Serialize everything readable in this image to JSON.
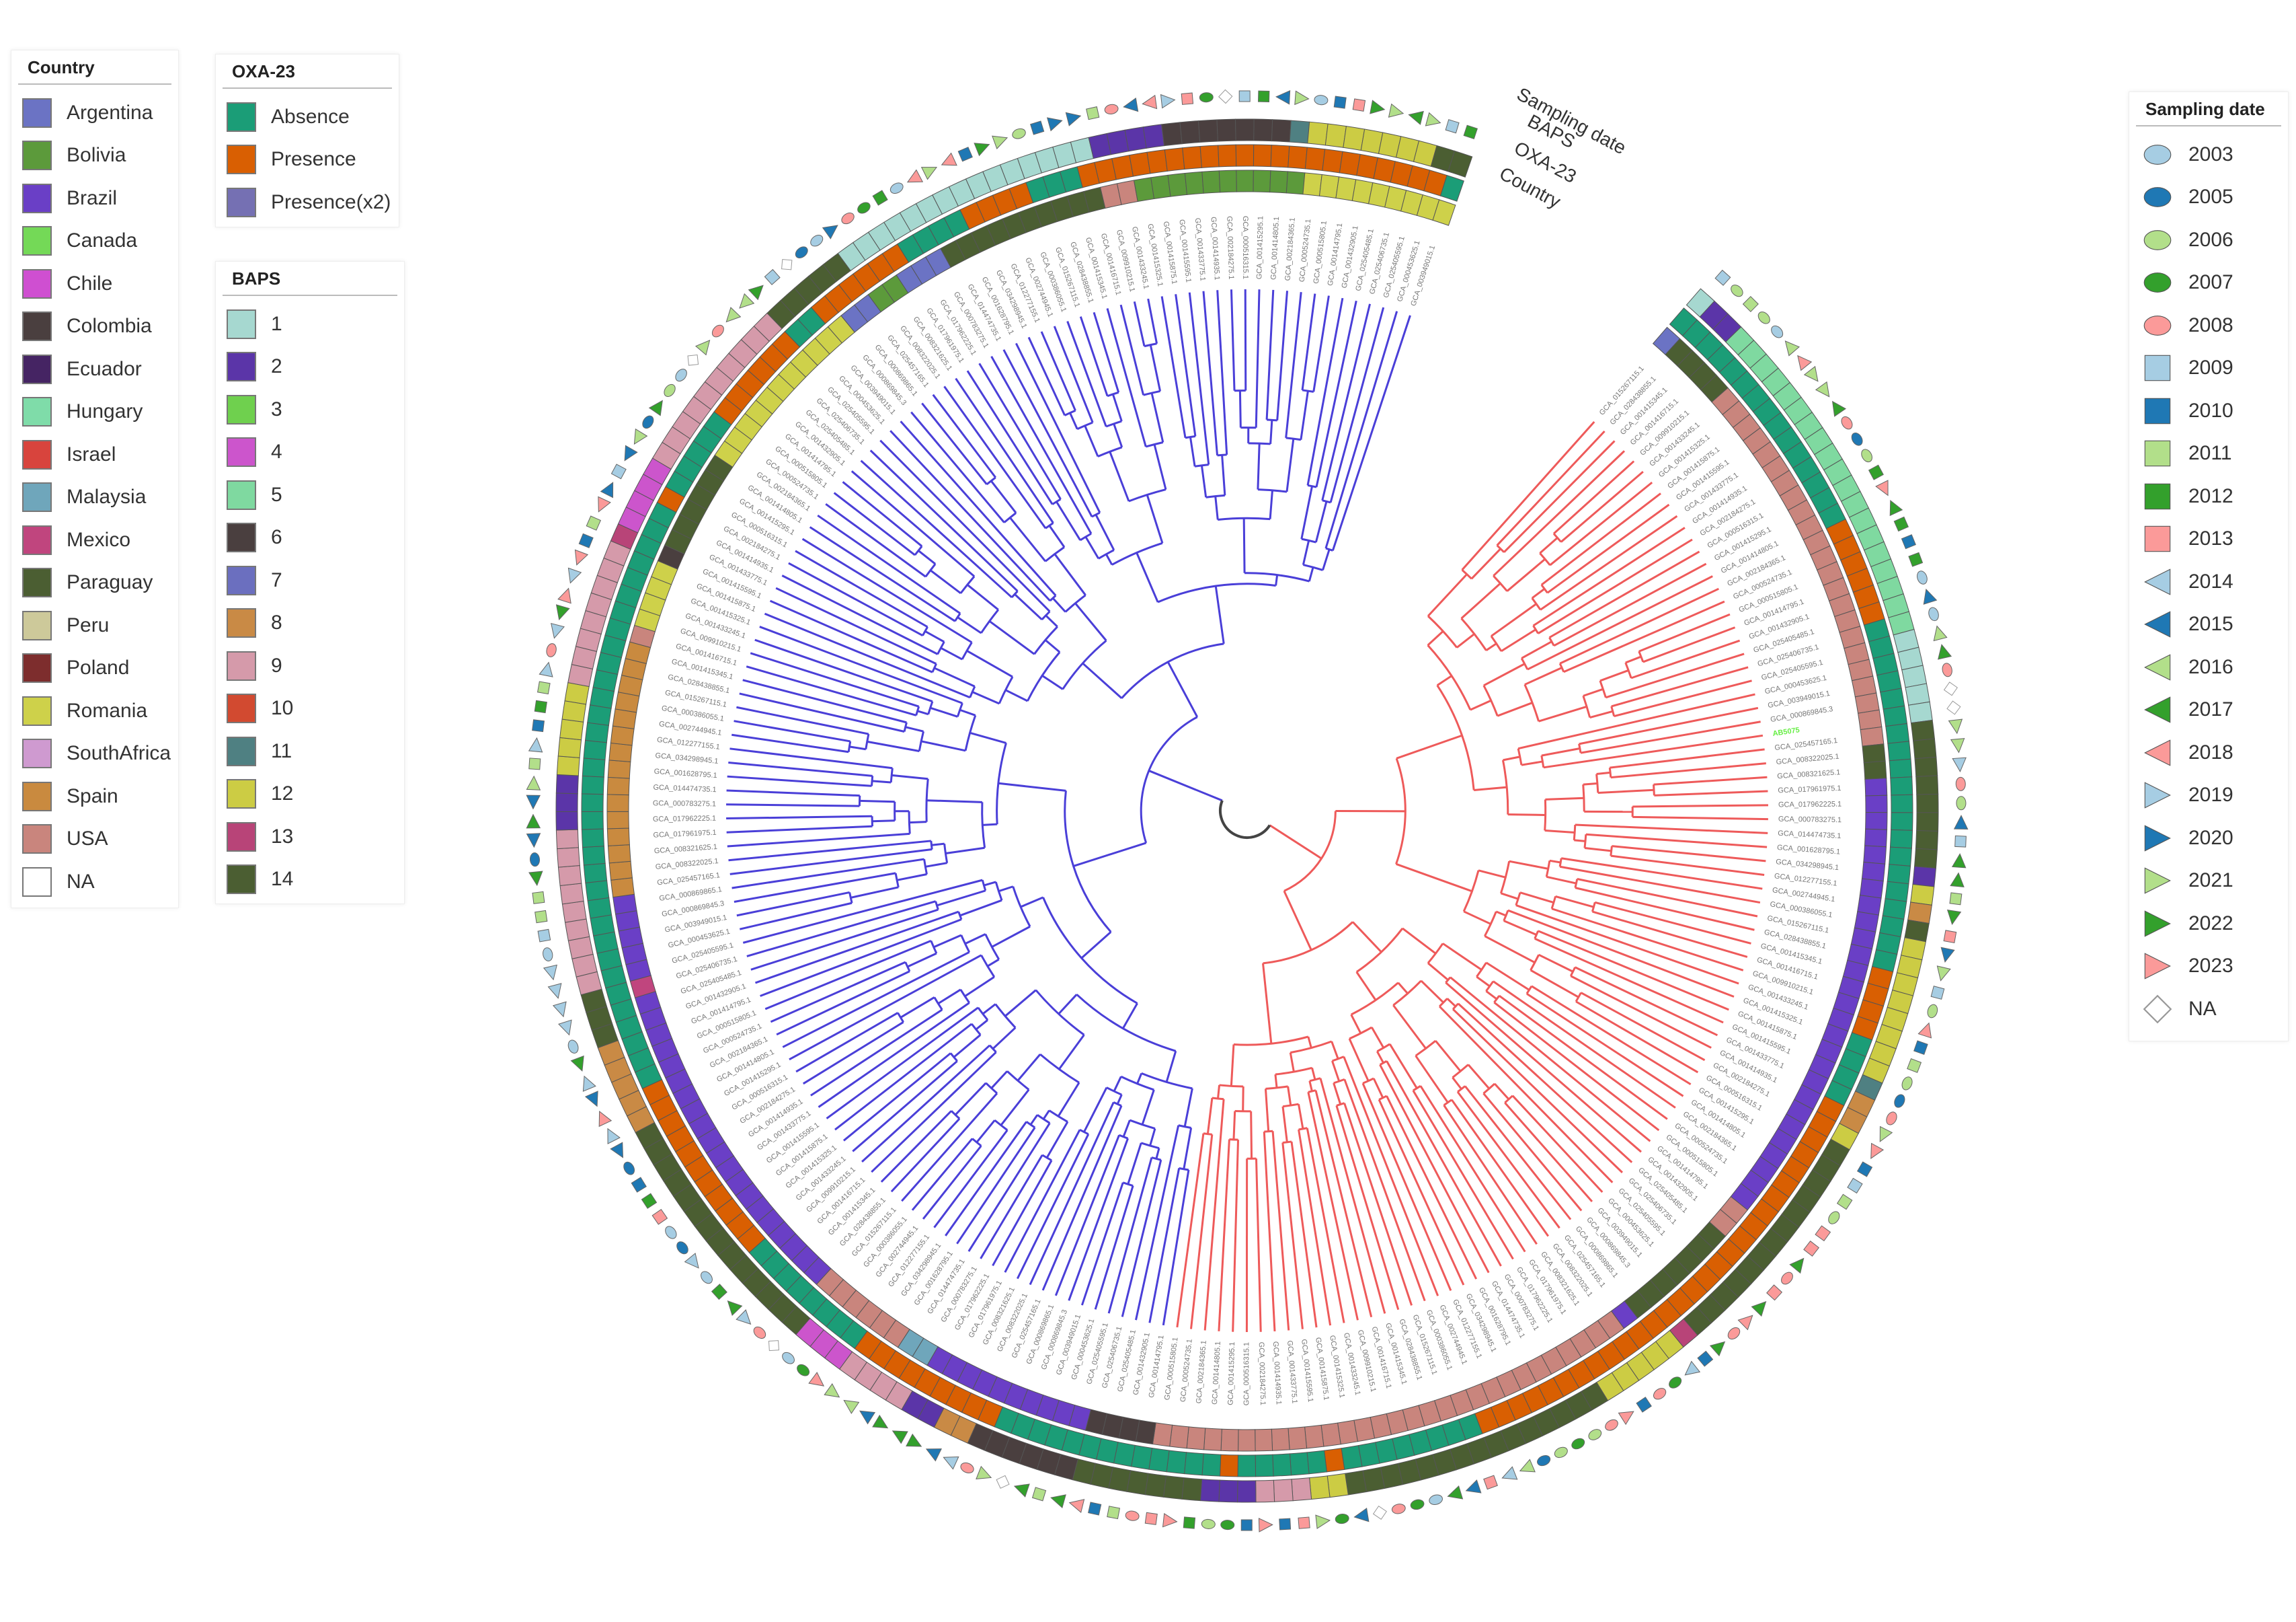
{
  "legend_country": {
    "title": "Country",
    "items": [
      {
        "label": "Argentina",
        "color": "#6b73c4"
      },
      {
        "label": "Bolivia",
        "color": "#5c9a3b"
      },
      {
        "label": "Brazil",
        "color": "#6a3fc6"
      },
      {
        "label": "Canada",
        "color": "#74d957"
      },
      {
        "label": "Chile",
        "color": "#cf4fd1"
      },
      {
        "label": "Colombia",
        "color": "#4a3f3f"
      },
      {
        "label": "Ecuador",
        "color": "#452463"
      },
      {
        "label": "Hungary",
        "color": "#7fdca9"
      },
      {
        "label": "Israel",
        "color": "#d8443d"
      },
      {
        "label": "Malaysia",
        "color": "#6fa6bb"
      },
      {
        "label": "Mexico",
        "color": "#c0457e"
      },
      {
        "label": "Paraguay",
        "color": "#4b5e32"
      },
      {
        "label": "Peru",
        "color": "#cdc99a"
      },
      {
        "label": "Poland",
        "color": "#7d2d2d"
      },
      {
        "label": "Romania",
        "color": "#ced14a"
      },
      {
        "label": "SouthAfrica",
        "color": "#cf9ad0"
      },
      {
        "label": "Spain",
        "color": "#c98a3f"
      },
      {
        "label": "USA",
        "color": "#c9857d"
      },
      {
        "label": "NA",
        "color": "#ffffff"
      }
    ]
  },
  "legend_oxa": {
    "title": "OXA-23",
    "items": [
      {
        "label": "Absence",
        "color": "#1b9d77"
      },
      {
        "label": "Presence",
        "color": "#d95f02"
      },
      {
        "label": "Presence(x2)",
        "color": "#7570b3"
      }
    ]
  },
  "legend_baps": {
    "title": "BAPS",
    "items": [
      {
        "label": "1",
        "color": "#a6d8d0"
      },
      {
        "label": "2",
        "color": "#5b35a8"
      },
      {
        "label": "3",
        "color": "#6fd04e"
      },
      {
        "label": "4",
        "color": "#cc55cc"
      },
      {
        "label": "5",
        "color": "#7fd9a0"
      },
      {
        "label": "6",
        "color": "#4a3f3f"
      },
      {
        "label": "7",
        "color": "#6b6fbf"
      },
      {
        "label": "8",
        "color": "#c98a45"
      },
      {
        "label": "9",
        "color": "#d59aaa"
      },
      {
        "label": "10",
        "color": "#d24a30"
      },
      {
        "label": "11",
        "color": "#4f8082"
      },
      {
        "label": "12",
        "color": "#cccc44"
      },
      {
        "label": "13",
        "color": "#b84478"
      },
      {
        "label": "14",
        "color": "#4b5e32"
      }
    ]
  },
  "legend_date": {
    "title": "Sampling date",
    "items": [
      {
        "label": "2003",
        "shape": "ellipse",
        "color": "#a6cde3"
      },
      {
        "label": "2005",
        "shape": "ellipse",
        "color": "#1f78b4"
      },
      {
        "label": "2006",
        "shape": "ellipse",
        "color": "#b2df8a"
      },
      {
        "label": "2007",
        "shape": "ellipse",
        "color": "#33a02c"
      },
      {
        "label": "2008",
        "shape": "ellipse",
        "color": "#fb9a99"
      },
      {
        "label": "2009",
        "shape": "square",
        "color": "#a6cde3"
      },
      {
        "label": "2010",
        "shape": "square",
        "color": "#1f78b4"
      },
      {
        "label": "2011",
        "shape": "square",
        "color": "#b2df8a"
      },
      {
        "label": "2012",
        "shape": "square",
        "color": "#33a02c"
      },
      {
        "label": "2013",
        "shape": "square",
        "color": "#fb9a99"
      },
      {
        "label": "2014",
        "shape": "tri-left",
        "color": "#a6cde3"
      },
      {
        "label": "2015",
        "shape": "tri-left",
        "color": "#1f78b4"
      },
      {
        "label": "2016",
        "shape": "tri-left",
        "color": "#b2df8a"
      },
      {
        "label": "2017",
        "shape": "tri-left",
        "color": "#33a02c"
      },
      {
        "label": "2018",
        "shape": "tri-left",
        "color": "#fb9a99"
      },
      {
        "label": "2019",
        "shape": "tri-right",
        "color": "#a6cde3"
      },
      {
        "label": "2020",
        "shape": "tri-right",
        "color": "#1f78b4"
      },
      {
        "label": "2021",
        "shape": "tri-right",
        "color": "#b2df8a"
      },
      {
        "label": "2022",
        "shape": "tri-right",
        "color": "#33a02c"
      },
      {
        "label": "2023",
        "shape": "tri-right",
        "color": "#fb9a99"
      },
      {
        "label": "NA",
        "shape": "diamond",
        "color": "#ffffff"
      }
    ]
  },
  "ring_titles": {
    "sampling_date": "Sampling date",
    "baps": "BAPS",
    "oxa": "OXA-23",
    "country": "Country"
  },
  "clade_colors": {
    "blue": "#4a3fd8",
    "red": "#ee5a5a",
    "root": "#444444"
  },
  "highlight_tip": "AB5075",
  "tip_labels_sample": [
    "GCA_015267115.1",
    "GCA_028438855.1",
    "GCA_001415345.1",
    "GCA_001416715.1",
    "GCA_009910215.1",
    "GCA_001433245.1",
    "GCA_001415325.1",
    "GCA_001415875.1",
    "GCA_001415595.1",
    "GCA_001433775.1",
    "GCA_001414935.1",
    "GCA_002184275.1",
    "GCA_000516315.1",
    "GCA_001415295.1",
    "GCA_001414805.1",
    "GCA_002184365.1",
    "GCA_000524735.1",
    "GCA_000515805.1",
    "GCA_001414795.1",
    "GCA_001432905.1",
    "GCA_025405485.1",
    "GCA_025406735.1",
    "GCA_025405595.1",
    "GCA_000453625.1",
    "GCA_003949015.1",
    "GCA_000869845.3",
    "GCA_000869865.1",
    "GCA_025457165.1",
    "GCA_008322025.1",
    "GCA_008321625.1",
    "GCA_017961975.1",
    "GCA_017962225.1",
    "GCA_000783275.1",
    "GCA_014474735.1",
    "GCA_001628795.1",
    "GCA_034298945.1",
    "GCA_012277155.1",
    "GCA_002744945.1",
    "GCA_000386055.1"
  ]
}
